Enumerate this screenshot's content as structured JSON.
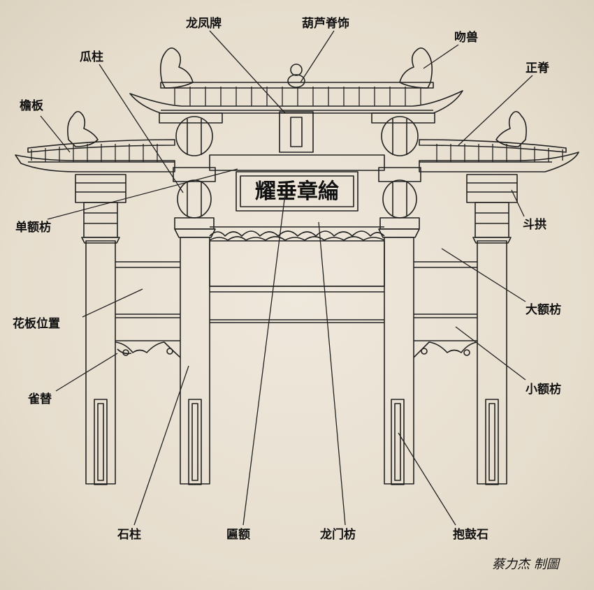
{
  "plaque_text": "耀垂章綸",
  "signature": "蔡力杰 制圖",
  "labels": {
    "longfengpai": "龙凤牌",
    "huluji": "葫芦脊饰",
    "wenshou": "吻兽",
    "guazhu": "瓜柱",
    "zhengji": "正脊",
    "yanban": "檐板",
    "danefang": "单额枋",
    "dougong": "斗拱",
    "dae": "大额枋",
    "huaban": "花板位置",
    "queti": "雀替",
    "xiaoe": "小额枋",
    "shizhu": "石柱",
    "biane": "匾额",
    "longmenfang": "龙门枋",
    "baogushi": "抱鼓石"
  }
}
